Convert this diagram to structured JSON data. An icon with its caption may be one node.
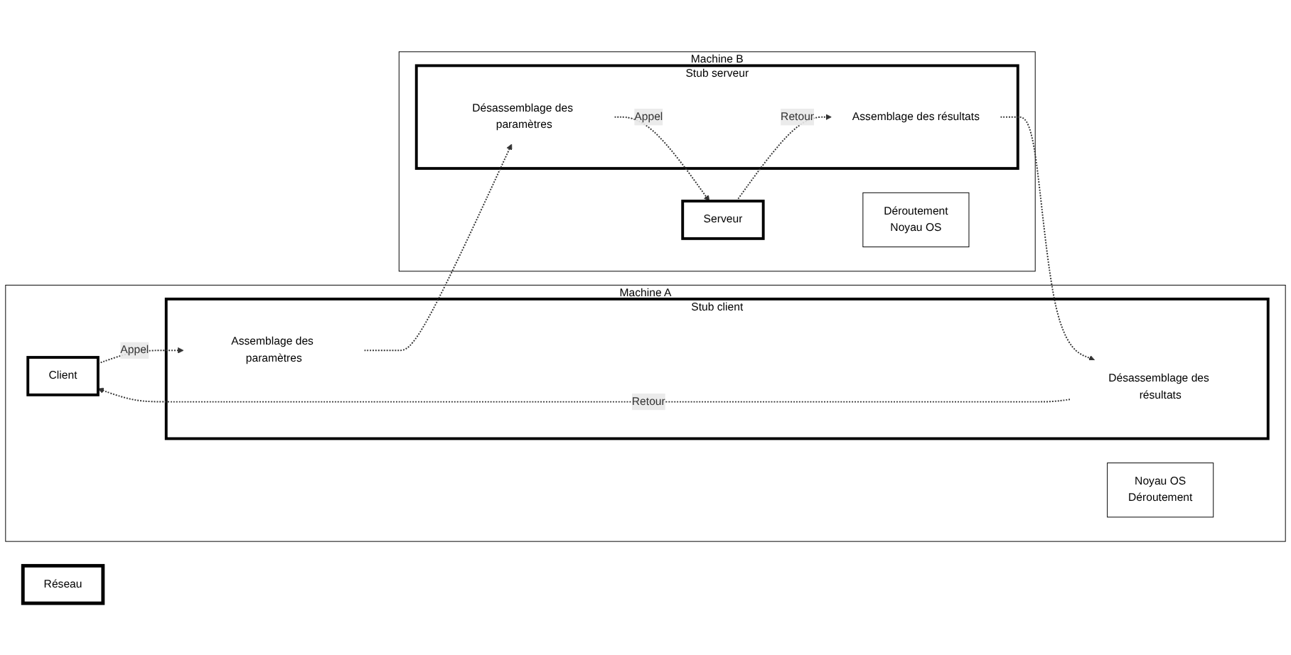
{
  "diagram": {
    "nodes": [
      {
        "text": [
          "Machine A"
        ]
      },
      {
        "text": [
          "Client"
        ],
        "in": 0
      },
      {
        "text": [
          "Stub client"
        ],
        "in": 0
      },
      {
        "text": [
          "Assemblage des paramètres"
        ],
        "in": 2
      },
      {
        "text": [
          "Désassemblage des résultats"
        ],
        "in": 2
      },
      {
        "text": [
          "Noyau OS",
          "Déroutement"
        ],
        "in": 0
      },
      {
        "text": [
          "Machine B"
        ]
      },
      {
        "text": [
          "Stub serveur"
        ],
        "in": 6
      },
      {
        "text": [
          "Désassemblage des paramètres"
        ],
        "in": 7
      },
      {
        "text": [
          "Assemblage des résultats"
        ],
        "in": 7
      },
      {
        "text": [
          "Serveur"
        ],
        "in": 6
      },
      {
        "text": [
          "Déroutement",
          "Noyau OS"
        ],
        "in": 6
      },
      {
        "text": [
          "Réseau"
        ]
      }
    ],
    "edges": [
      {
        "from": 1,
        "to": 3,
        "arrow": "to",
        "label": "Appel",
        "style": "dashed"
      },
      {
        "from": 4,
        "to": 1,
        "arrow": "to",
        "label": "Retour",
        "style": "dashed"
      },
      {
        "from": 3,
        "to": 8,
        "arrow": "to",
        "style": "dashed"
      },
      {
        "from": 8,
        "to": 10,
        "arrow": "to",
        "label": "Appel",
        "style": "dashed"
      },
      {
        "from": 10,
        "to": 9,
        "arrow": "to",
        "label": "Retour",
        "style": "dashed"
      },
      {
        "from": 9,
        "to": 4,
        "arrow": "to",
        "style": "dashed"
      }
    ]
  }
}
